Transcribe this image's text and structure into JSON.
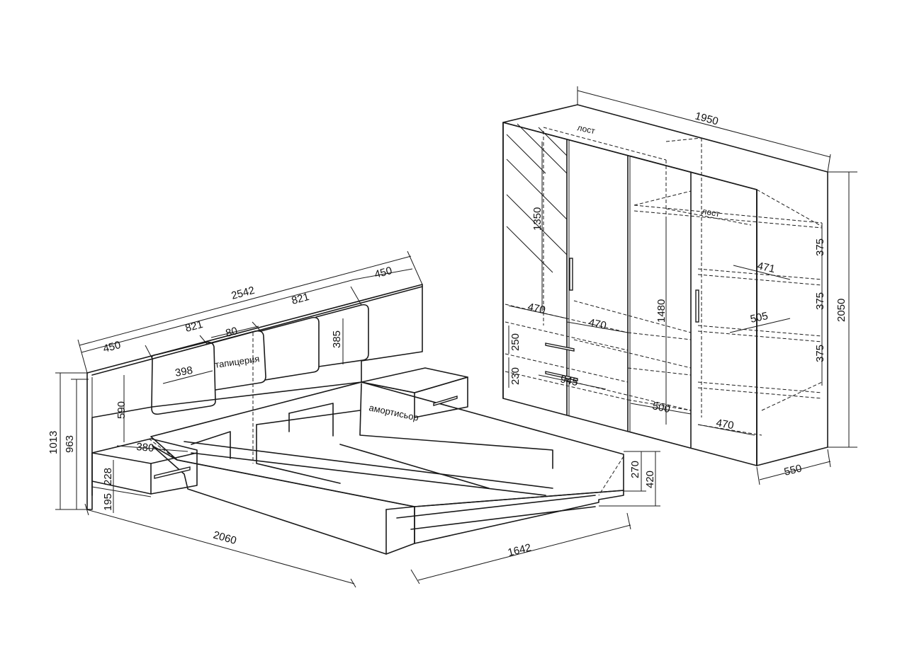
{
  "bed": {
    "labels": {
      "upholstery": "тапицерия",
      "shock_absorber": "амортисьор"
    },
    "dims": {
      "total_width_top": "2542",
      "left_panel": "450",
      "right_panel": "450",
      "cushion_span_left": "821",
      "cushion_span_right": "821",
      "cushion_gap": "80",
      "cushion_width": "398",
      "cushion_height": "385",
      "headboard_front_height": "590",
      "overall_height": "1013",
      "headboard_height": "963",
      "nightstand_depth": "380",
      "nightstand_height": "228",
      "nightstand_elevation": "195",
      "bed_length": "2060",
      "bed_width": "1642",
      "frame_height_inner": "270",
      "frame_height_total": "420"
    }
  },
  "wardrobe": {
    "labels": {
      "board_top_left": "лост",
      "board_top_right": "лост"
    },
    "dims": {
      "total_width": "1950",
      "total_height": "2050",
      "depth": "550",
      "mirror_height": "1350",
      "hanging_height": "1480",
      "shelf_pitch_1": "375",
      "shelf_pitch_2": "375",
      "shelf_pitch_3": "375",
      "shelf_depth": "471",
      "shelf_width": "505",
      "drawer_left_width": "470",
      "drawer_right_width": "470",
      "drawer_height_1": "250",
      "drawer_height_2": "230",
      "drawer_bottom_width": "945",
      "inner_width_500": "500",
      "inner_width_470": "470"
    }
  }
}
